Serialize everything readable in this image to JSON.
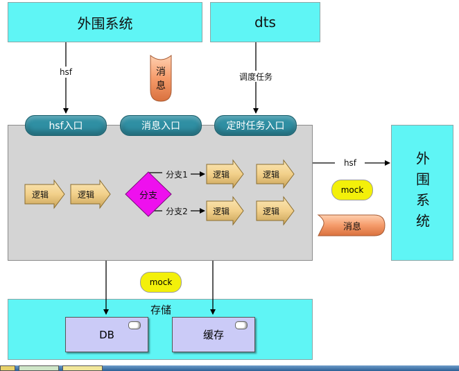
{
  "top": {
    "left_system": "外围系统",
    "right_system": "dts",
    "hsf_edge_label": "hsf",
    "message_tag": [
      "消",
      "息"
    ],
    "schedule_edge_label": "调度任务"
  },
  "entries": {
    "hsf": "hsf入口",
    "message": "消息入口",
    "timer": "定时任务入口"
  },
  "flow": {
    "logic": "逻辑",
    "branch": "分支",
    "branch1": "分支1",
    "branch2": "分支2"
  },
  "right": {
    "hsf_label": "hsf",
    "mock": "mock",
    "message": "消息",
    "system": "外围系统"
  },
  "storage": {
    "title": "存储",
    "db": "DB",
    "cache": "缓存"
  },
  "mock_mid": "mock",
  "colors": {
    "cyan": "#5ff5f5",
    "gray": "#d4d4d4",
    "pill": "#2f8fa3",
    "branch": "#ee10ee",
    "mock": "#f3f00a",
    "logic": "#f2d08a"
  }
}
